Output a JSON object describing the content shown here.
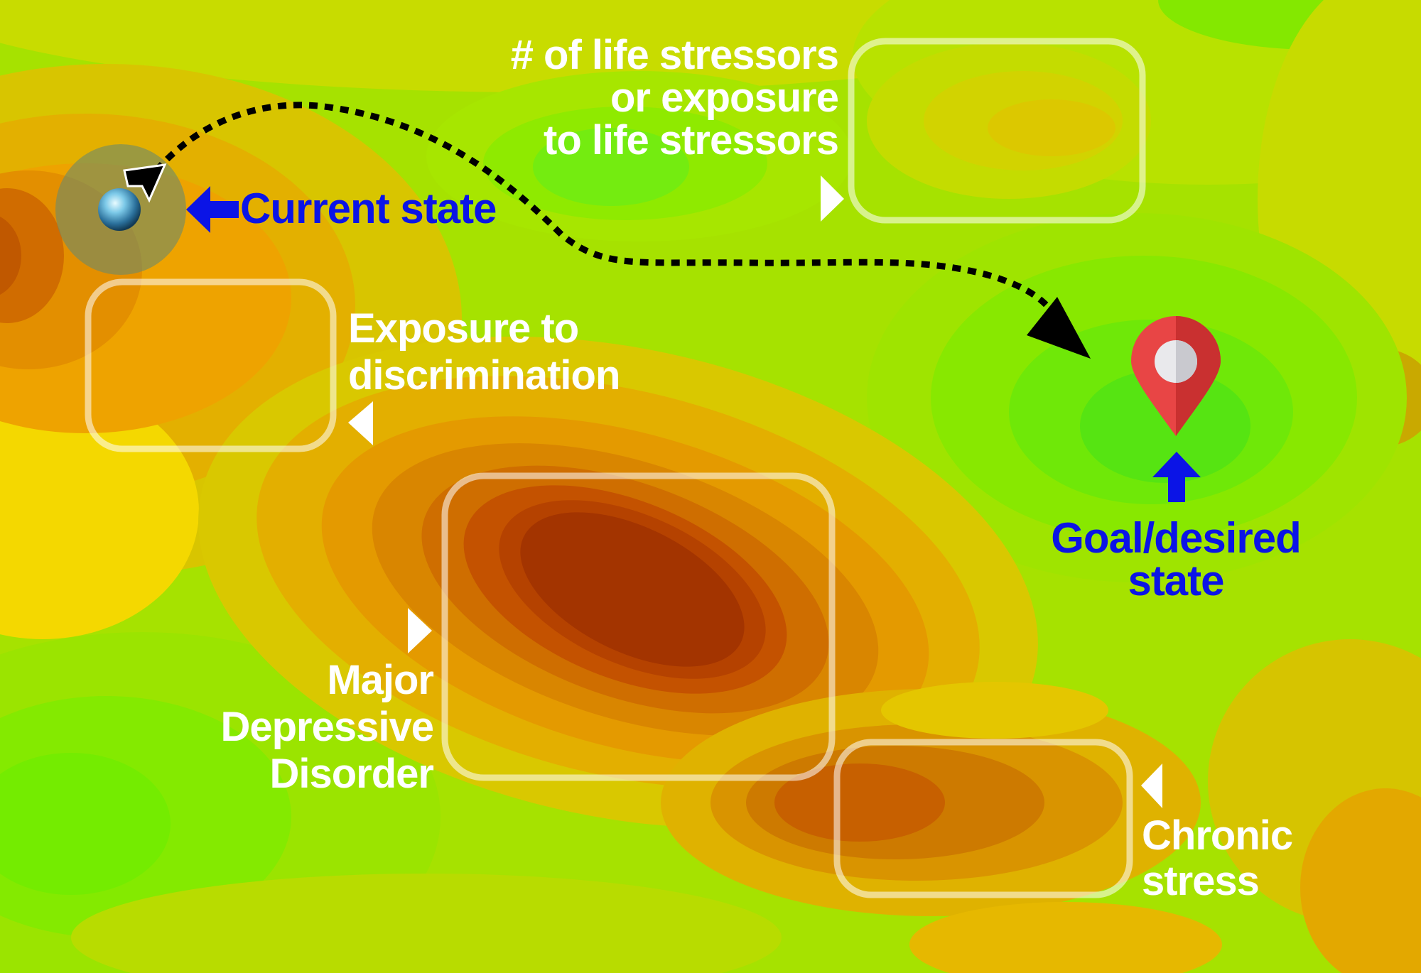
{
  "labels": {
    "current_state": "Current state",
    "life_stressors": [
      "# of life stressors",
      "or exposure",
      "to life stressors"
    ],
    "discrimination": [
      "Exposure to",
      "discrimination"
    ],
    "mdd": [
      "Major",
      "Depressive",
      "Disorder"
    ],
    "chronic": [
      "Chronic",
      "stress"
    ],
    "goal": [
      "Goal/desired",
      "state"
    ]
  },
  "colors": {
    "label_white": "#ffffff",
    "label_blue": "#0b14e6",
    "arrow_blue": "#0b14e6",
    "path_black": "#000000",
    "pin_red": "#e84545",
    "green_low": "#4ee60e",
    "red_high": "#a33000"
  },
  "icons": {
    "ball": "current-state-ball-icon",
    "pin": "map-pin-icon",
    "path": "dotted-path-arrow"
  }
}
